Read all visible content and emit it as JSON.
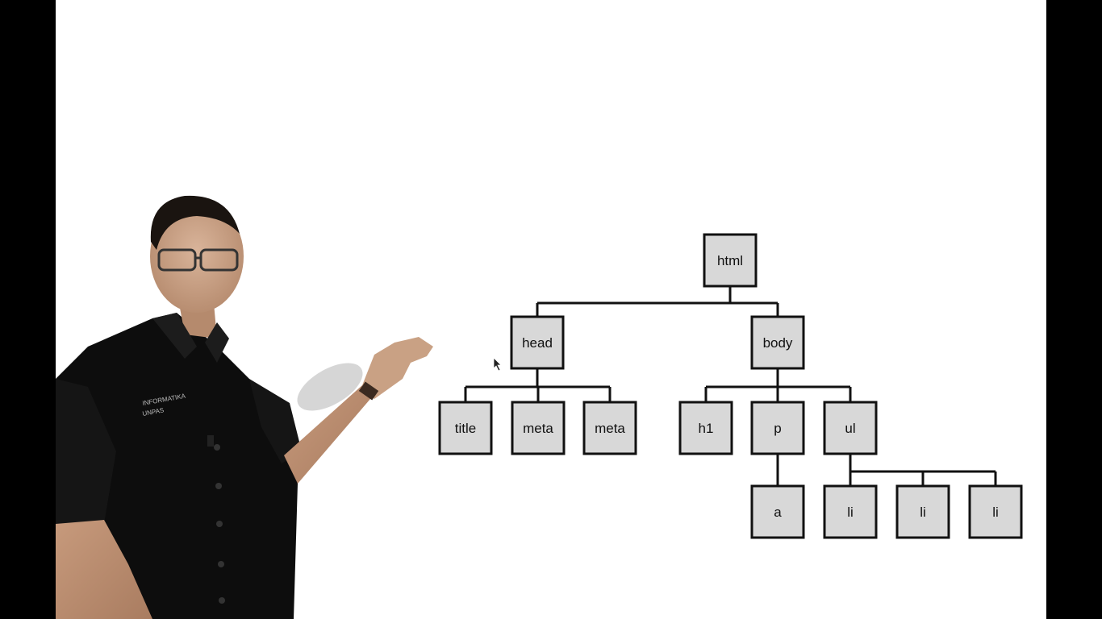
{
  "diagram": {
    "nodes": [
      {
        "id": "html",
        "label": "html"
      },
      {
        "id": "head",
        "label": "head"
      },
      {
        "id": "body",
        "label": "body"
      },
      {
        "id": "title",
        "label": "title"
      },
      {
        "id": "meta1",
        "label": "meta"
      },
      {
        "id": "meta2",
        "label": "meta"
      },
      {
        "id": "h1",
        "label": "h1"
      },
      {
        "id": "p",
        "label": "p"
      },
      {
        "id": "ul",
        "label": "ul"
      },
      {
        "id": "a",
        "label": "a"
      },
      {
        "id": "li1",
        "label": "li"
      },
      {
        "id": "li2",
        "label": "li"
      },
      {
        "id": "li3",
        "label": "li"
      }
    ],
    "edges": [
      [
        "html",
        "head"
      ],
      [
        "html",
        "body"
      ],
      [
        "head",
        "title"
      ],
      [
        "head",
        "meta1"
      ],
      [
        "head",
        "meta2"
      ],
      [
        "body",
        "h1"
      ],
      [
        "body",
        "p"
      ],
      [
        "body",
        "ul"
      ],
      [
        "p",
        "a"
      ],
      [
        "ul",
        "li1"
      ],
      [
        "ul",
        "li2"
      ],
      [
        "ul",
        "li3"
      ]
    ],
    "node_fill": "#d8d8d8",
    "node_stroke": "#111111"
  },
  "presenter": {
    "shirt_text_line1": "INFORMATIKA",
    "shirt_text_line2": "UNPAS"
  }
}
